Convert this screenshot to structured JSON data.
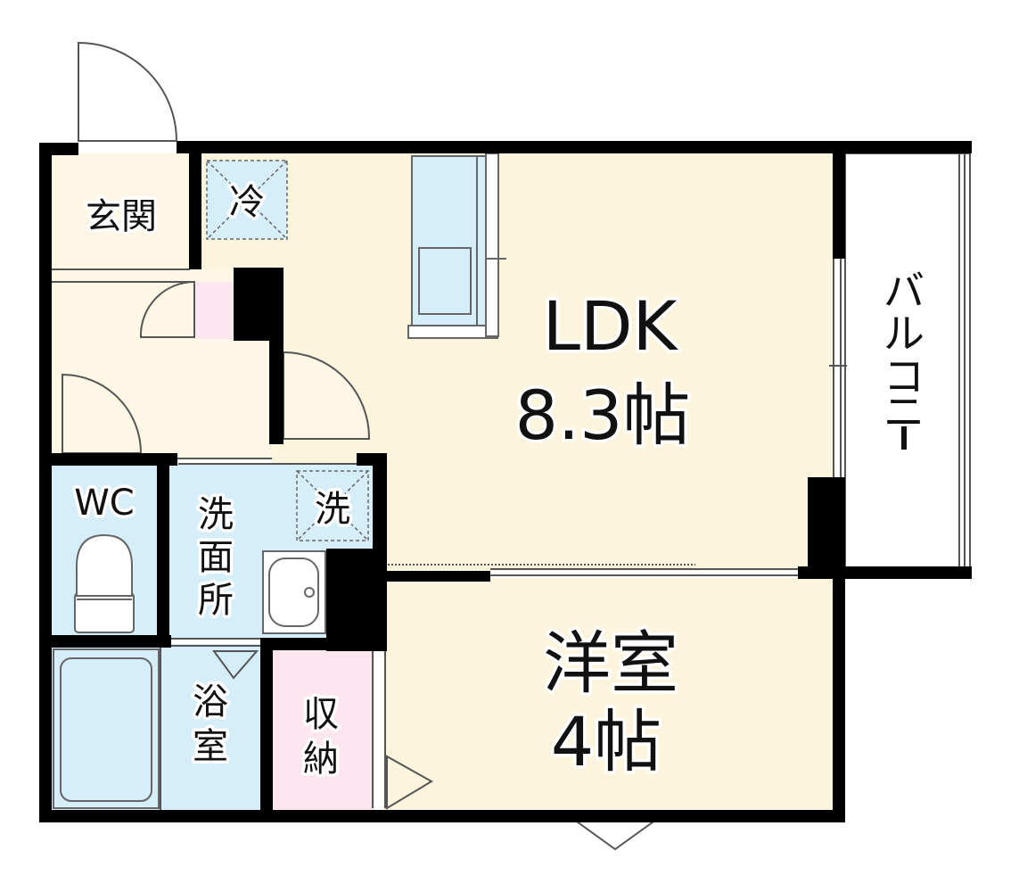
{
  "colors": {
    "wall": "#000000",
    "hall_floor": "#fff7e6",
    "ldk_floor": "#fcf4dc",
    "room_floor": "#fcf4dc",
    "wet_area": "#d6eefa",
    "storage": "#fde6ef",
    "balcony": "#ffffff",
    "outline": "#6e6e6e",
    "label_text": "#111111",
    "label_halo": "#ffffff"
  },
  "rooms": {
    "genkan": {
      "label": "玄関"
    },
    "ldk": {
      "name": "LDK",
      "size": "8.3帖"
    },
    "western_room": {
      "name": "洋室",
      "size": "4帖"
    },
    "wc": {
      "label": "WC"
    },
    "washroom": {
      "chars": [
        "洗",
        "面",
        "所"
      ]
    },
    "bathroom": {
      "chars": [
        "浴",
        "室"
      ]
    },
    "storage": {
      "chars": [
        "収",
        "納"
      ]
    },
    "balcony": {
      "chars": [
        "バ",
        "ル",
        "コ",
        "ニ",
        "ー"
      ]
    }
  },
  "fixtures": {
    "fridge_space": {
      "label": "冷"
    },
    "washer_space": {
      "label": "洗"
    }
  }
}
